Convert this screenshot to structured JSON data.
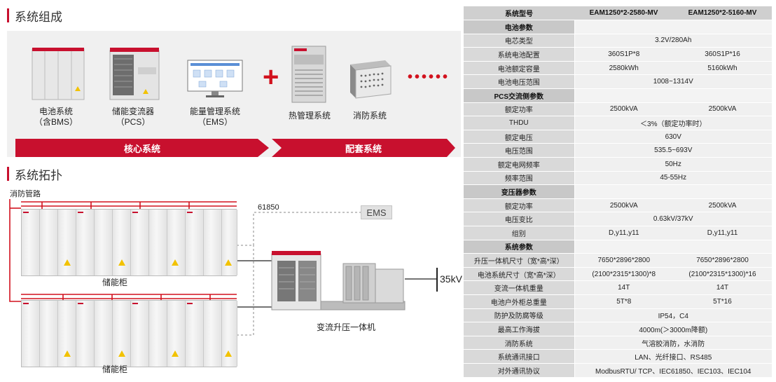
{
  "composition": {
    "title": "系统组成",
    "items": [
      {
        "line1": "电池系统",
        "line2": "（含BMS）"
      },
      {
        "line1": "储能变流器",
        "line2": "（PCS）"
      },
      {
        "line1": "能量管理系统",
        "line2": "（EMS）"
      },
      {
        "line1": "热管理系统",
        "line2": ""
      },
      {
        "line1": "消防系统",
        "line2": ""
      }
    ],
    "core_label": "核心系统",
    "aux_label": "配套系统"
  },
  "topology": {
    "title": "系统拓扑",
    "fire_pipe_label": "消防管路",
    "protocol_label": "61850",
    "ems_label": "EMS",
    "cabinet_label_top": "储能柜",
    "cabinet_label_bottom": "储能柜",
    "transformer_label": "变流升压一体机",
    "voltage_label": "35kV"
  },
  "spec_table": {
    "headers": [
      "系统型号",
      "EAM1250*2-2580-MV",
      "EAM1250*2-5160-MV"
    ],
    "rows": [
      {
        "name": "电池参数",
        "section": true
      },
      {
        "name": "电芯类型",
        "merged": "3.2V/280Ah"
      },
      {
        "name": "系统电池配置",
        "v1": "360S1P*8",
        "v2": "360S1P*16"
      },
      {
        "name": "电池额定容量",
        "v1": "2580kWh",
        "v2": "5160kWh"
      },
      {
        "name": "电池电压范围",
        "merged": "1008~1314V"
      },
      {
        "name": "PCS交流侧参数",
        "section": true
      },
      {
        "name": "额定功率",
        "v1": "2500kVA",
        "v2": "2500kVA"
      },
      {
        "name": "THDU",
        "merged": "＜3%（额定功率时）"
      },
      {
        "name": "额定电压",
        "merged": "630V"
      },
      {
        "name": "电压范围",
        "merged": "535.5~693V"
      },
      {
        "name": "额定电网频率",
        "merged": "50Hz"
      },
      {
        "name": "频率范围",
        "merged": "45-55Hz"
      },
      {
        "name": "变压器参数",
        "section": true
      },
      {
        "name": "额定功率",
        "v1": "2500kVA",
        "v2": "2500kVA"
      },
      {
        "name": "电压变比",
        "merged": "0.63kV/37kV"
      },
      {
        "name": "组别",
        "v1": "D,y11,y11",
        "v2": "D,y11,y11"
      },
      {
        "name": "系统参数",
        "section": true
      },
      {
        "name": "升压一体机尺寸（宽*高*深）",
        "v1": "7650*2896*2800",
        "v2": "7650*2896*2800"
      },
      {
        "name": "电池系统尺寸（宽*高*深）",
        "v1": "(2100*2315*1300)*8",
        "v2": "(2100*2315*1300)*16"
      },
      {
        "name": "变流一体机重量",
        "v1": "14T",
        "v2": "14T"
      },
      {
        "name": "电池户外柜总重量",
        "v1": "5T*8",
        "v2": "5T*16"
      },
      {
        "name": "防护及防腐等级",
        "merged": "IP54，C4"
      },
      {
        "name": "最高工作海拔",
        "merged": "4000m(＞3000m降额)"
      },
      {
        "name": "消防系统",
        "merged": "气溶胶消防，水消防"
      },
      {
        "name": "系统通讯接口",
        "merged": "LAN、光纤接口、RS485"
      },
      {
        "name": "对外通讯协议",
        "merged": "ModbusRTU/ TCP、IEC61850、IEC103、IEC104"
      }
    ]
  },
  "colors": {
    "accent": "#c8102e",
    "panel_bg": "#f0f0f0",
    "table_header": "#cfcfcf"
  }
}
